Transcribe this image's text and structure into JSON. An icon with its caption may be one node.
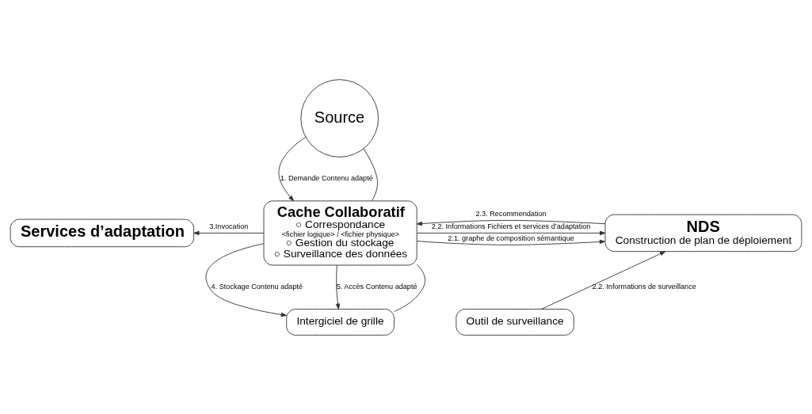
{
  "diagram": {
    "nodes": [
      {
        "text": [
          "Source"
        ]
      },
      {
        "text": [
          "Services d’adaptation"
        ]
      },
      {
        "text": [
          "Cache Collaboratif",
          "○ Correspondance",
          "<fichier logique> / <fichier physique>",
          "○ Gestion du stockage",
          "○ Surveillance des données"
        ]
      },
      {
        "text": [
          "NDS",
          "Construction de plan de déploiement"
        ]
      },
      {
        "text": [
          "Intergiciel de grille"
        ]
      },
      {
        "text": [
          "Outil de surveillance"
        ]
      }
    ],
    "edges": [
      {
        "from": 0,
        "to": 2,
        "arrow": "to",
        "label": "1. Demande Contenu adapté"
      },
      {
        "from": 0,
        "to": 2,
        "arrow": "none"
      },
      {
        "from": 2,
        "to": 1,
        "arrow": "to",
        "label": "3.Invocation"
      },
      {
        "from": 2,
        "to": 3,
        "arrow": "to",
        "label": "2.1. graphe de composition sémantique"
      },
      {
        "from": 2,
        "to": 3,
        "arrow": "to",
        "label": "2.2. Informations Fichiers et services d’adaptation"
      },
      {
        "from": 3,
        "to": 2,
        "arrow": "to",
        "label": "2.3. Recommendation"
      },
      {
        "from": 2,
        "to": 4,
        "arrow": "to",
        "label": "4. Stockage Contenu adapté"
      },
      {
        "from": 2,
        "to": 4,
        "arrow": "to",
        "label": "5. Accès Contenu adapté"
      },
      {
        "from": 2,
        "to": 4,
        "arrow": "none"
      },
      {
        "from": 5,
        "to": 3,
        "arrow": "to",
        "label": "2.2. Informations de surveillance"
      }
    ]
  }
}
